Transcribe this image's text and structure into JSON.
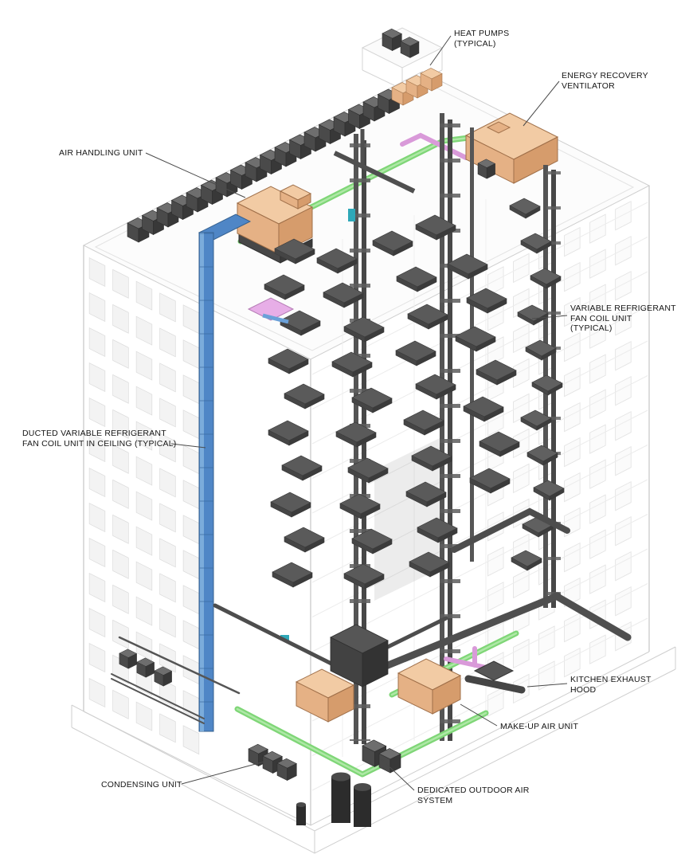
{
  "diagram": {
    "name": "high-rise-hvac-axonometric",
    "background": "#ffffff"
  },
  "colors": {
    "equipment_peach": "#f2cba4",
    "equipment_peach_side": "#e5b185",
    "equipment_peach_dark": "#d69c6c",
    "duct_dark": "#4f4f4f",
    "pipe_green": "#7fd677",
    "pipe_magenta": "#d99ad9",
    "riser_blue": "#4f86c6",
    "accent_teal": "#2fa8b8",
    "building_line": "#cfcfcf",
    "leader_line": "#4a4a4a",
    "label_text": "#161616"
  },
  "labels": {
    "heat_pumps": {
      "line1": "HEAT PUMPS",
      "line2": "(TYPICAL)"
    },
    "erv": {
      "line1": "ENERGY RECOVERY",
      "line2": "VENTILATOR"
    },
    "ahu": {
      "line1": "AIR HANDLING UNIT"
    },
    "vrf_fcu": {
      "line1": "VARIABLE REFRIGERANT",
      "line2": "FAN COIL UNIT",
      "line3": "(TYPICAL)"
    },
    "ducted_vrf": {
      "line1": "DUCTED VARIABLE REFRIGERANT",
      "line2": "FAN COIL UNIT IN CEILING (TYPICAL)"
    },
    "kitchen_hood": {
      "line1": "KITCHEN EXHAUST",
      "line2": "HOOD"
    },
    "mau": {
      "line1": "MAKE-UP AIR UNIT"
    },
    "condensing_unit": {
      "line1": "CONDENSING UNIT"
    },
    "doas": {
      "line1": "DEDICATED OUTDOOR AIR",
      "line2": "SYSTEM"
    }
  }
}
